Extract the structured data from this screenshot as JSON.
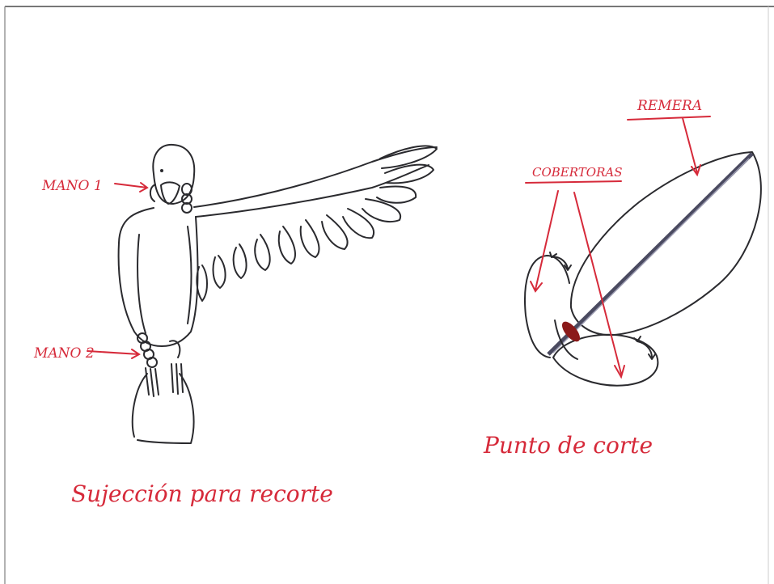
{
  "labels": {
    "mano1": "MANO 1",
    "mano2": "MANO 2",
    "remera": "REMERA",
    "cobertoras": "COBERTORAS",
    "caption_left": "Sujección para recorte",
    "caption_right": "Punto de corte"
  },
  "colors": {
    "ink": "#2a2a2e",
    "annotation": "#d62a3a",
    "cut_point": "#8b1a1a"
  }
}
